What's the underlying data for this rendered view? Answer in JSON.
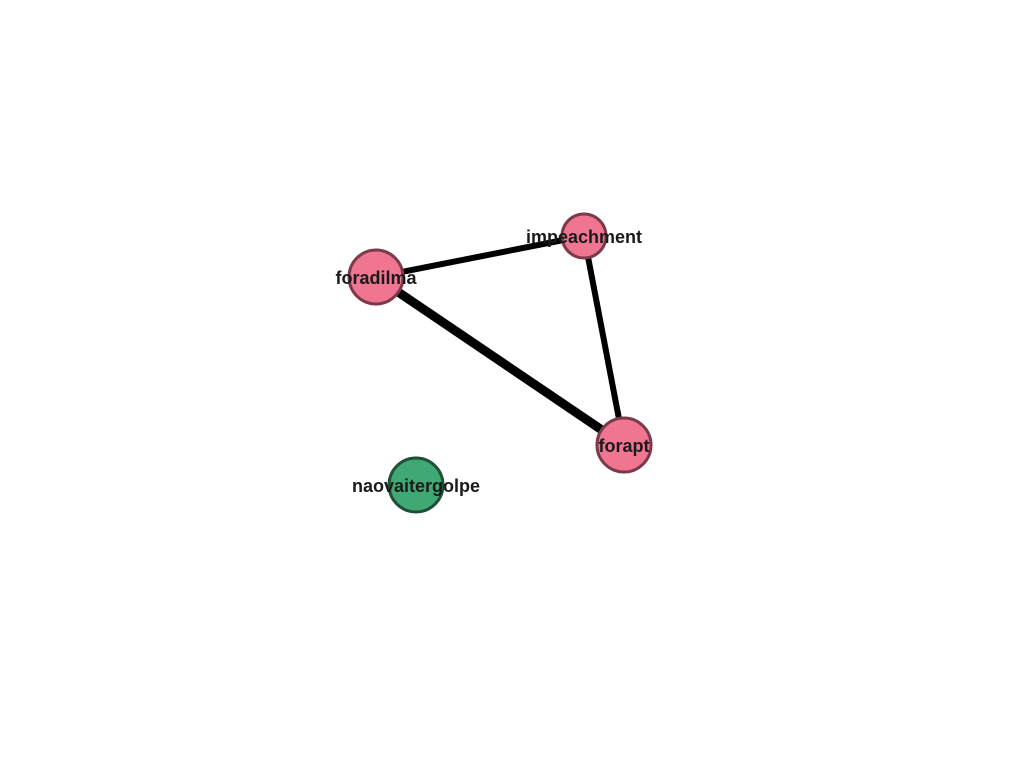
{
  "colors": {
    "pink_node_fill": "#ef7591",
    "pink_node_stroke": "#7a3a4a",
    "green_node_fill": "#3fa874",
    "green_node_stroke": "#1f4f35",
    "edge": "#000000"
  },
  "nodes": [
    {
      "id": "foradilma",
      "label": "foradilma",
      "group": "pink"
    },
    {
      "id": "impeachment",
      "label": "impeachment",
      "group": "pink"
    },
    {
      "id": "forapt",
      "label": "forapt",
      "group": "pink"
    },
    {
      "id": "naovaitergolpe",
      "label": "naovaitergolpe",
      "group": "green"
    }
  ],
  "edges": [
    {
      "source": "foradilma",
      "target": "impeachment"
    },
    {
      "source": "foradilma",
      "target": "forapt"
    },
    {
      "source": "impeachment",
      "target": "forapt"
    }
  ]
}
